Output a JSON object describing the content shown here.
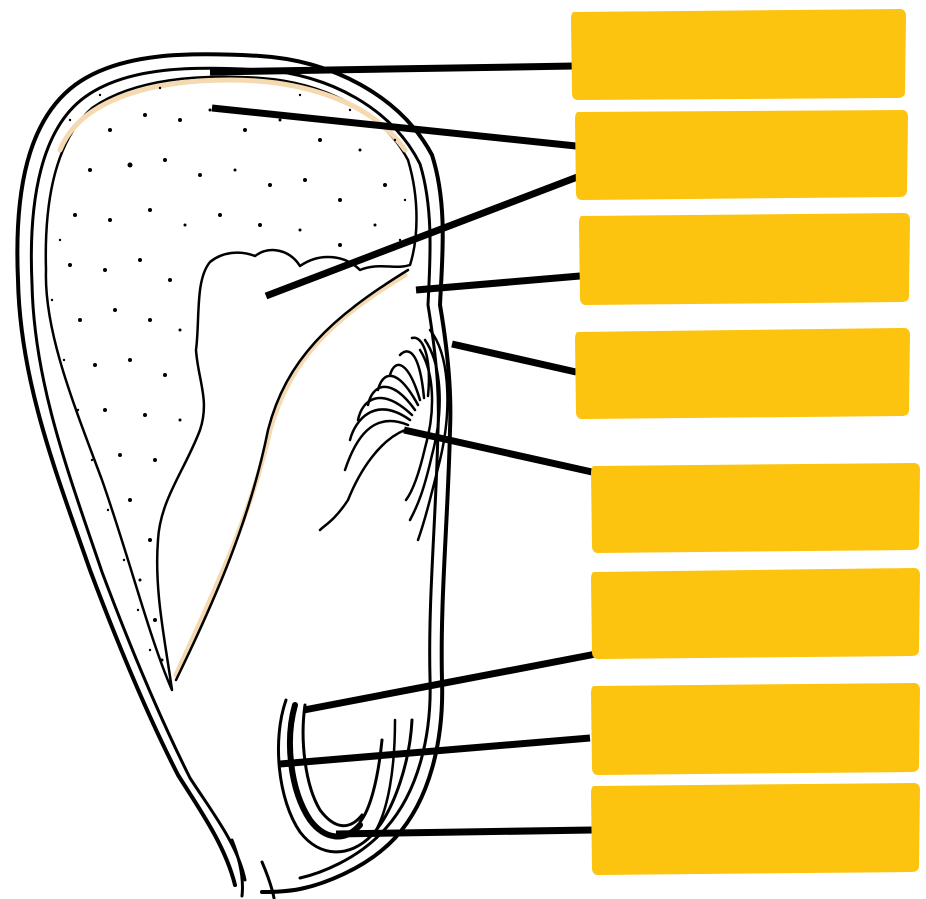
{
  "diagram": {
    "subject": "seed-longitudinal-section",
    "label_count": 8,
    "colors": {
      "label_fill": "#FCC30F",
      "leader_line": "#000000",
      "outline": "#000000",
      "endosperm_tint": "#F5D9B0",
      "background": "#FFFFFF"
    },
    "labels": [
      {
        "id": "label-1",
        "text": ""
      },
      {
        "id": "label-2",
        "text": ""
      },
      {
        "id": "label-3",
        "text": ""
      },
      {
        "id": "label-4",
        "text": ""
      },
      {
        "id": "label-5",
        "text": ""
      },
      {
        "id": "label-6",
        "text": ""
      },
      {
        "id": "label-7",
        "text": ""
      },
      {
        "id": "label-8",
        "text": ""
      }
    ]
  }
}
